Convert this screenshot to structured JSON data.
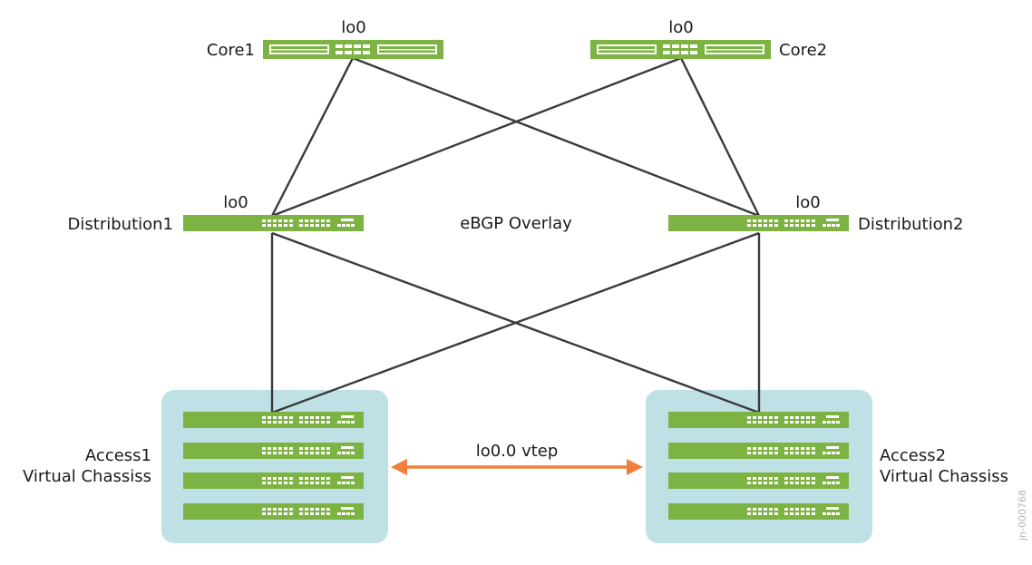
{
  "diagram": {
    "overlay_label": "eBGP Overlay",
    "vtep_label": "lo0.0 vtep",
    "figure_id": "jn-000768",
    "colors": {
      "switch": "#7cb342",
      "virtual_chassis": "#bfe1e5",
      "link": "#3a3a3a",
      "vtep_arrow": "#f07f3c"
    }
  },
  "core1": {
    "name": "Core1",
    "loopback": "lo0"
  },
  "core2": {
    "name": "Core2",
    "loopback": "lo0"
  },
  "distribution1": {
    "name": "Distribution1",
    "loopback": "lo0"
  },
  "distribution2": {
    "name": "Distribution2",
    "loopback": "lo0"
  },
  "access1": {
    "name": "Access1",
    "type": "Virtual Chassiss",
    "member_count": 4
  },
  "access2": {
    "name": "Access2",
    "type": "Virtual Chassiss",
    "member_count": 4
  }
}
